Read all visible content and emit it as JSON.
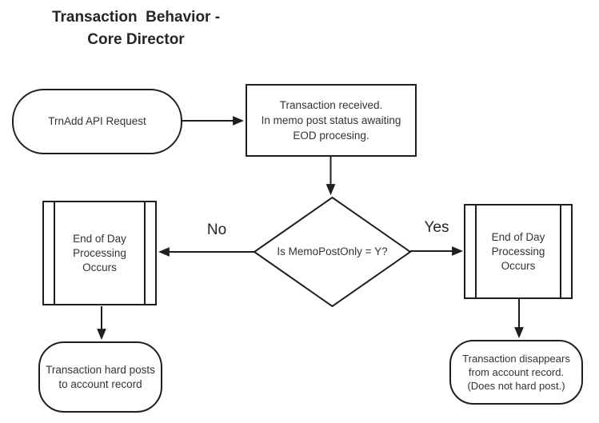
{
  "title": "Transaction  Behavior -\nCore Director",
  "nodes": {
    "start": "TrnAdd API Request",
    "received": "Transaction received.\nIn memo post status awaiting\nEOD procesing.",
    "decision": "Is MemoPostOnly = Y?",
    "eod_left": "End of Day\nProcessing\nOccurs",
    "eod_right": "End of Day\nProcessing\nOccurs",
    "hard_posts": "Transaction hard posts\nto account record",
    "disappears": "Transaction disappears\nfrom account record.\n(Does not hard post.)"
  },
  "edges": {
    "no": "No",
    "yes": "Yes"
  },
  "colors": {
    "stroke": "#1f1f1f",
    "text": "#333333",
    "background": "#ffffff"
  }
}
